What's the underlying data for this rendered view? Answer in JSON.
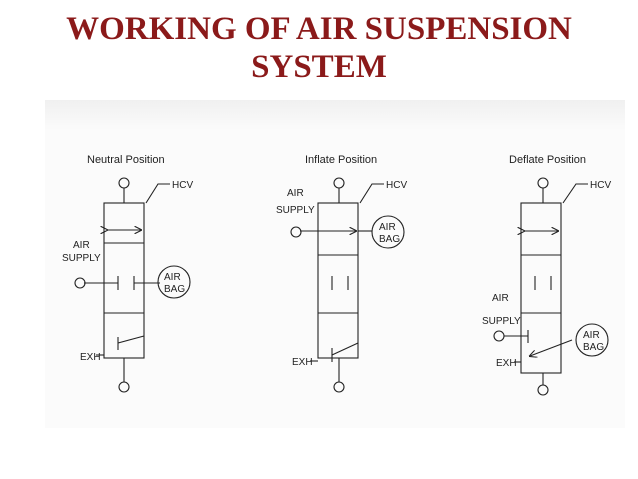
{
  "slide": {
    "title_line1": "WORKING OF AIR SUSPENSION",
    "title_line2": "SYSTEM"
  },
  "diagrams": {
    "neutral": {
      "caption": "Neutral Position",
      "hcv": "HCV",
      "air_supply_1": "AIR",
      "air_supply_2": "SUPPLY",
      "air_bag_1": "AIR",
      "air_bag_2": "BAG",
      "exh": "EXH"
    },
    "inflate": {
      "caption": "Inflate Position",
      "hcv": "HCV",
      "air_supply_1": "AIR",
      "air_supply_2": "SUPPLY",
      "air_bag_1": "AIR",
      "air_bag_2": "BAG",
      "exh": "EXH"
    },
    "deflate": {
      "caption": "Deflate Position",
      "hcv": "HCV",
      "air_supply_1": "AIR",
      "air_supply_2": "SUPPLY",
      "air_bag_1": "AIR",
      "air_bag_2": "BAG",
      "exh": "EXH"
    }
  }
}
